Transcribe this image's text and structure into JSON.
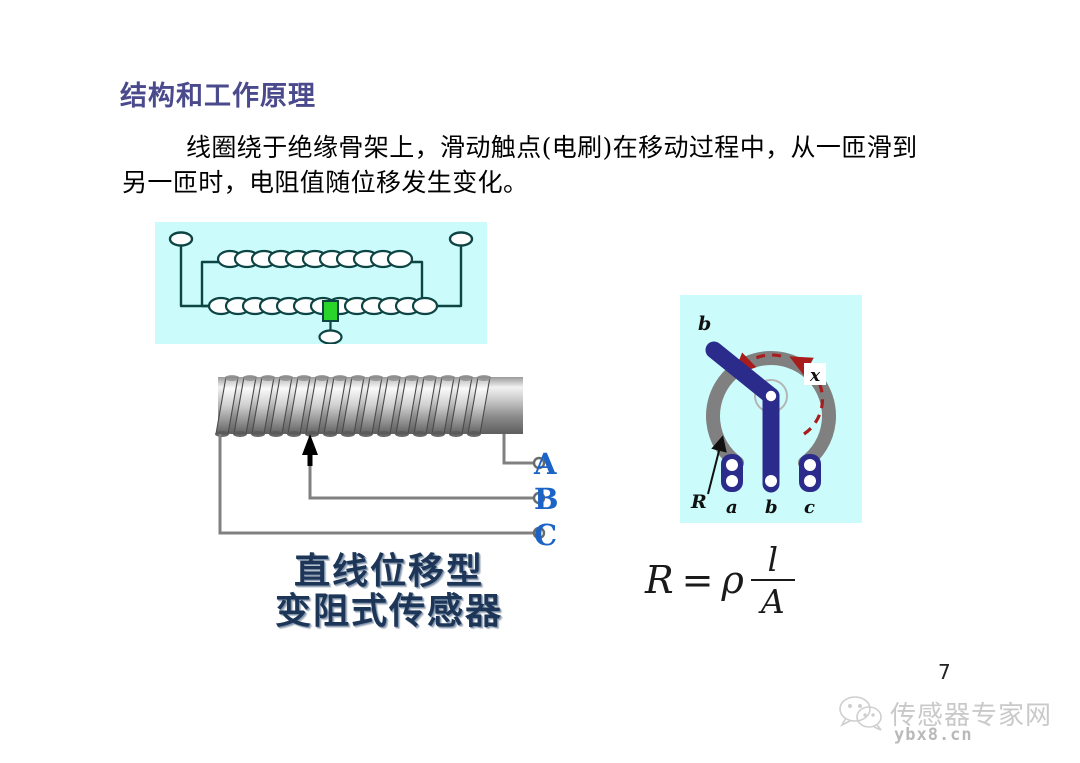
{
  "slide": {
    "title": "结构和工作原理",
    "body": "线圈绕于绝缘骨架上，滑动触点(电刷)在移动过程中，从一匝滑到另一匝时，电阻值随位移发生变化。",
    "page_number": "7"
  },
  "linear_diagram": {
    "name": "linear-potentiometer-schematic",
    "background_color": "#ccfbfb",
    "line_color": "#0d4444",
    "winding_fill": "#ffffff",
    "slider_color": "#2bd42b",
    "winding_count_top": 13,
    "winding_count_bottom": 14
  },
  "solenoid_diagram": {
    "name": "helical-coil-illustration",
    "coil_color_light": "#e6e6e6",
    "coil_color_dark": "#6f6f6f",
    "wire_color": "#808080",
    "turns": 16,
    "terminals": [
      {
        "label": "A",
        "source": "right-end"
      },
      {
        "label": "B",
        "source": "wiper-tap"
      },
      {
        "label": "C",
        "source": "left-end"
      }
    ],
    "terminal_color": "#1b63c4"
  },
  "caption": {
    "line1": "直线位移型",
    "line2": "变阻式传感器",
    "color": "#1d3557"
  },
  "rotary_diagram": {
    "name": "rotary-potentiometer-schematic",
    "background_color": "#ccfbfb",
    "ring_color": "#808080",
    "arm_color": "#2b2b8c",
    "arc_color": "#a81c1c",
    "labels": {
      "ring_top_left": "b",
      "displacement": "x",
      "resistance": "R",
      "terminal_a": "a",
      "terminal_b": "b",
      "terminal_c": "c"
    }
  },
  "formula": {
    "lhs": "R",
    "equals": "=",
    "rho": "ρ",
    "numerator": "l",
    "denominator": "A"
  },
  "watermark": {
    "text": "传感器专家网",
    "url": "ybx8.cn",
    "icon": "wechat-icon",
    "color": "#c9c9c9"
  }
}
